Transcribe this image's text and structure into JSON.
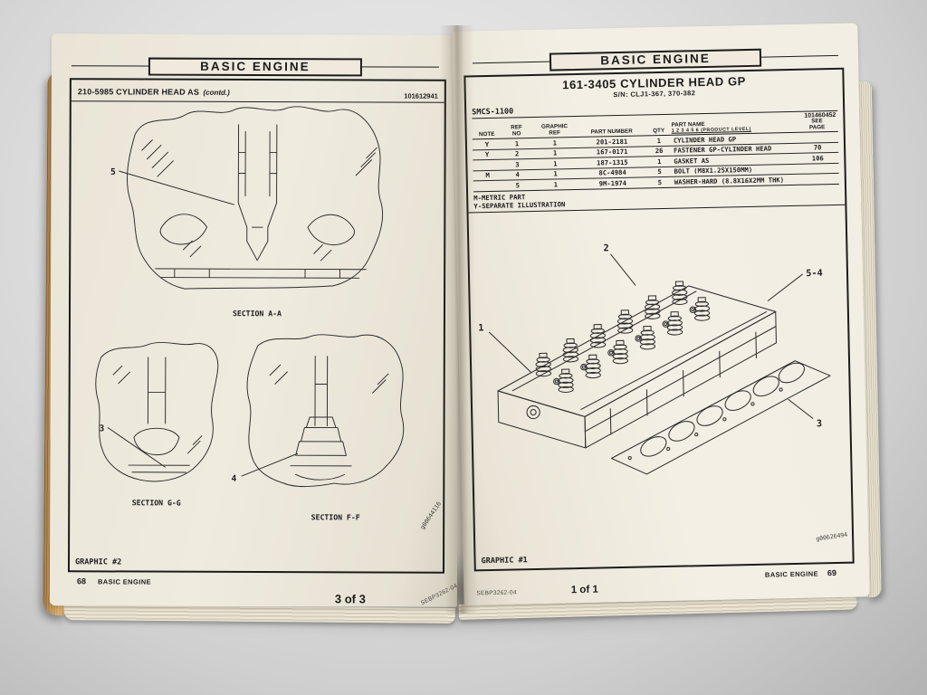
{
  "left": {
    "header": "BASIC ENGINE",
    "part_title": "210-5985 CYLINDER HEAD AS",
    "part_title_suffix": "(contd.)",
    "doc_number": "101612941",
    "section_a": "SECTION A-A",
    "section_g": "SECTION G-G",
    "section_f": "SECTION F-F",
    "callout_5": "5",
    "callout_3": "3",
    "callout_4": "4",
    "graphic_label": "GRAPHIC #2",
    "graphic_id": "g00644116",
    "page_number": "68",
    "footer_title": "BASIC ENGINE",
    "manual_code": "SEBP3262-04",
    "sheet_label": "3 of 3"
  },
  "right": {
    "header": "BASIC ENGINE",
    "title": "161-3405 CYLINDER HEAD GP",
    "serial": "S/N: CLJ1-367, 370-382",
    "smcs": "SMCS-1100",
    "table_number": "101460452",
    "columns": {
      "note": "NOTE",
      "ref_line1": "REF",
      "ref_line2": "NO",
      "graphic_line1": "GRAPHIC",
      "graphic_line2": "REF",
      "part_number": "PART NUMBER",
      "qty": "QTY",
      "part_name": "PART NAME",
      "product_level": "1 2 3 4 5 6 (PRODUCT LEVEL)",
      "see_line1": "SEE",
      "see_line2": "PAGE"
    },
    "rows": [
      {
        "note": "Y",
        "ref": "1",
        "graphic": "1",
        "part_number": "201-2181",
        "qty": "1",
        "part_name": "CYLINDER HEAD GP",
        "see_page": ""
      },
      {
        "note": "Y",
        "ref": "2",
        "graphic": "1",
        "part_number": "167-0171",
        "qty": "26",
        "part_name": "FASTENER GP-CYLINDER HEAD",
        "see_page": "70"
      },
      {
        "note": "",
        "ref": "3",
        "graphic": "1",
        "part_number": "187-1315",
        "qty": "1",
        "part_name": "GASKET AS",
        "see_page": "106"
      },
      {
        "note": "M",
        "ref": "4",
        "graphic": "1",
        "part_number": "8C-4984",
        "qty": "5",
        "part_name": "BOLT (M8X1.25X150MM)",
        "see_page": ""
      },
      {
        "note": "",
        "ref": "5",
        "graphic": "1",
        "part_number": "9M-1974",
        "qty": "5",
        "part_name": "WASHER-HARD (8.8X16X2MM THK)",
        "see_page": ""
      }
    ],
    "note_m": "M-METRIC PART",
    "note_y": "Y-SEPARATE ILLUSTRATION",
    "callout_1": "1",
    "callout_2": "2",
    "callout_54": "5-4",
    "callout_3": "3",
    "graphic_label": "GRAPHIC #1",
    "graphic_id": "g00626494",
    "manual_code": "SEBP3262-04",
    "sheet_label": "1 of 1",
    "footer_title": "BASIC ENGINE",
    "page_number": "69"
  }
}
